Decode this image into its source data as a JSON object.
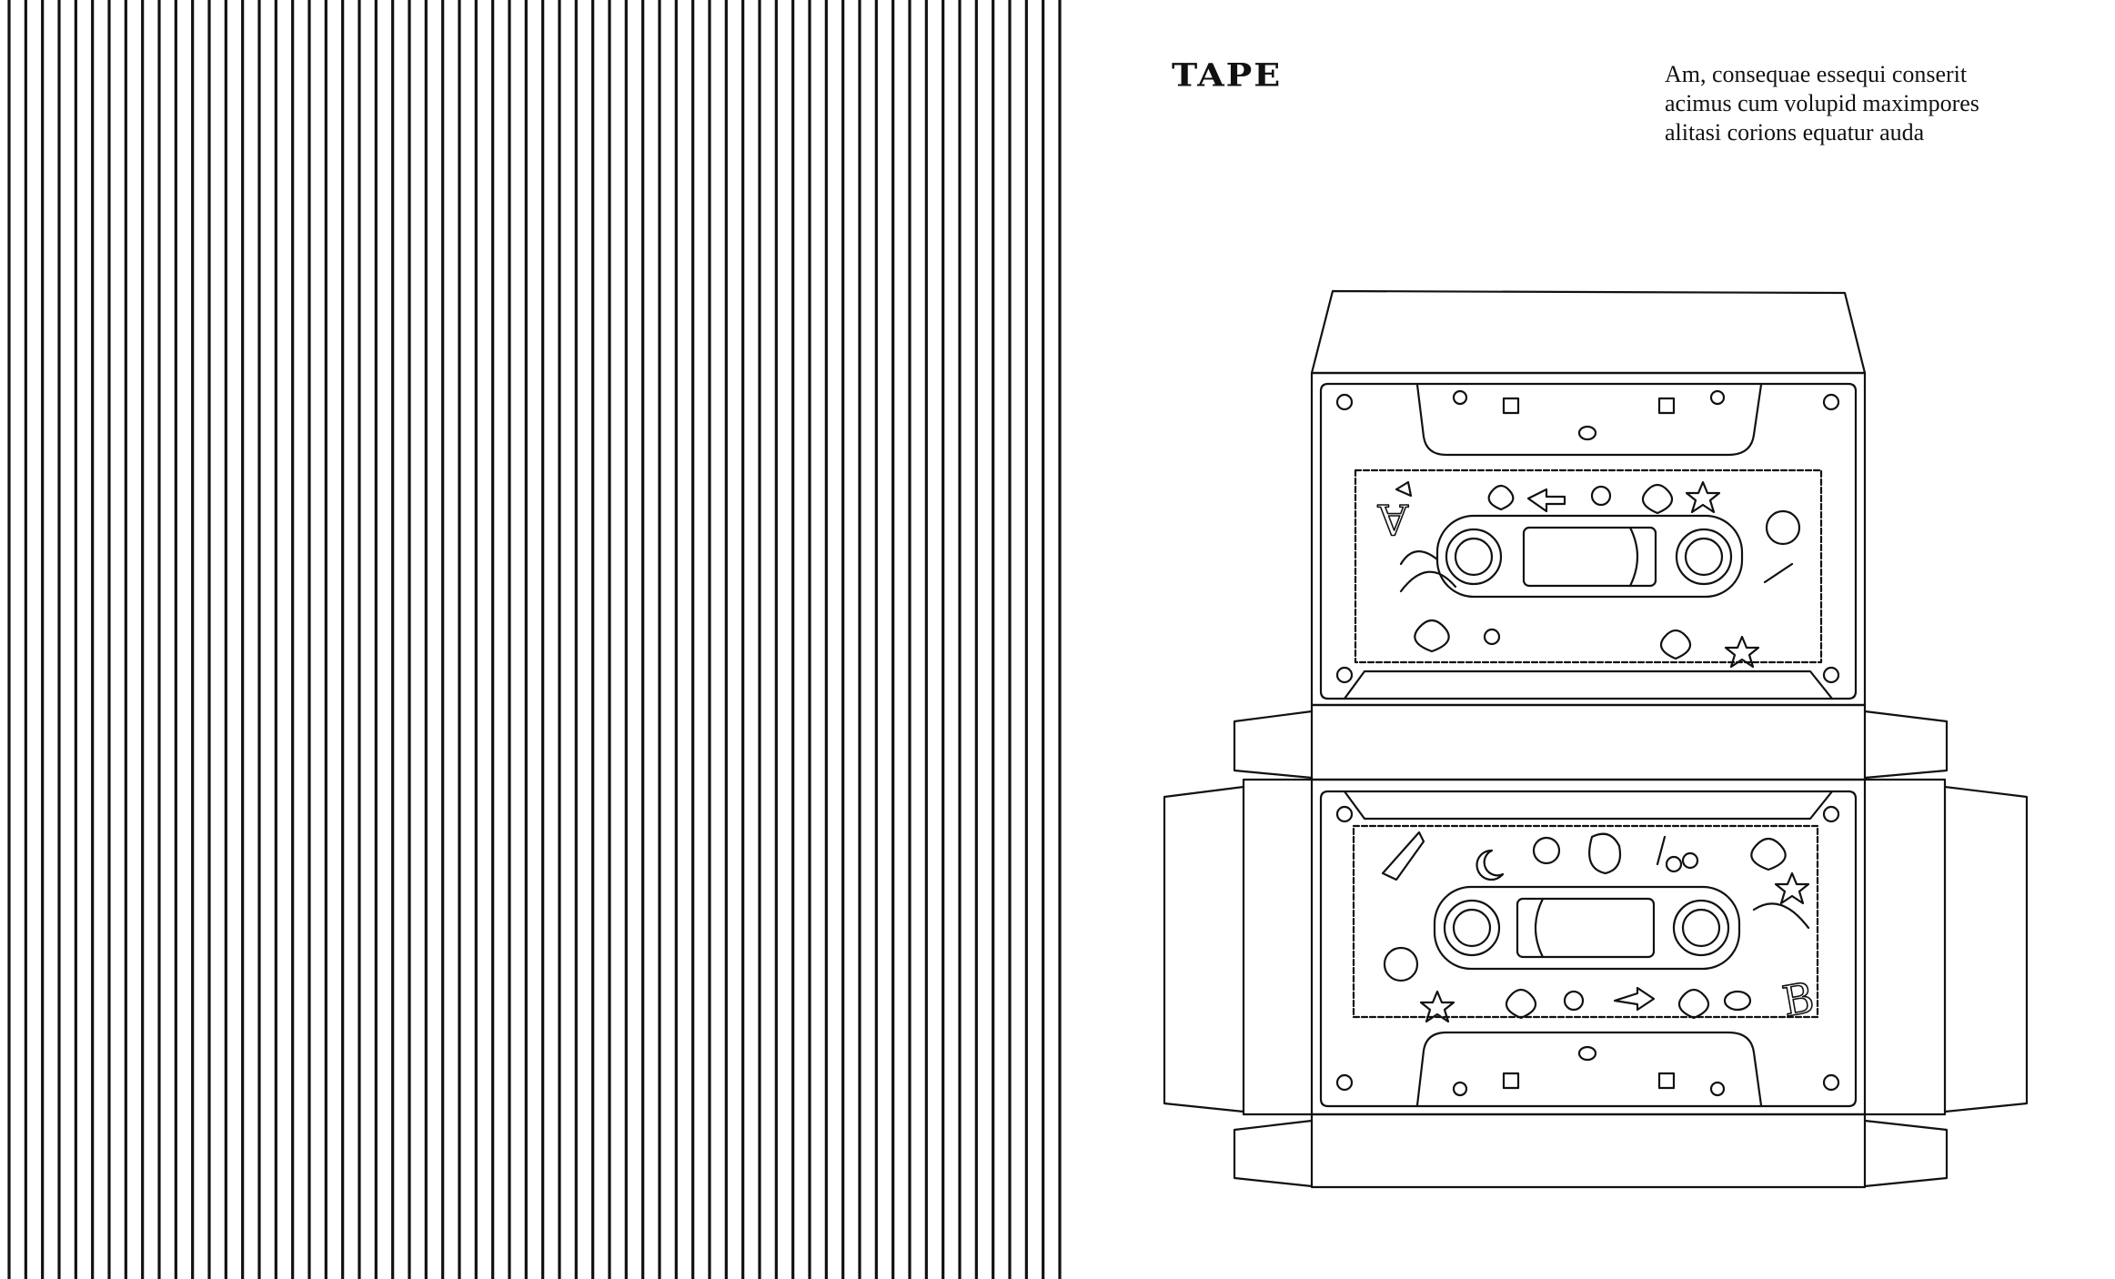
{
  "page": {
    "title": "TAPE",
    "description_lines": [
      "Am, consequae essequi conserit",
      "acimus cum volupid maximpores",
      "alitasi corions equatur auda"
    ]
  },
  "stripes": {
    "count": 64,
    "color": "#111111"
  },
  "template": {
    "line_color": "#111111",
    "side_a_letter": "A",
    "side_b_letter": "B"
  }
}
